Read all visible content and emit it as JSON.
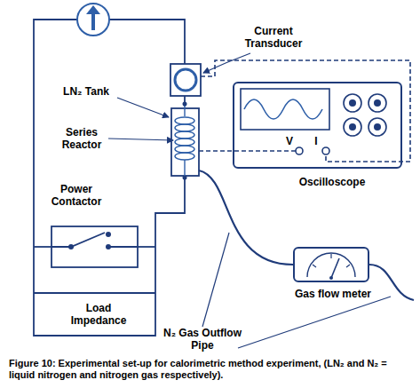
{
  "diagram": {
    "caption": "Figure 10: Experimental set-up for calorimetric method experiment, (LN₂ and N₂ = liquid nitrogen and nitrogen gas respectively).",
    "nodes": [
      {
        "text": [
          "V",
          "I",
          "Oscilloscope"
        ]
      },
      {
        "text": [
          "Gas flow meter"
        ]
      }
    ],
    "labels": [
      "Current Transducer",
      "LN₂ Tank",
      "Series Reactor",
      "Power Contactor",
      "Load Impedance",
      "N₂ Gas Outflow Pipe"
    ]
  }
}
